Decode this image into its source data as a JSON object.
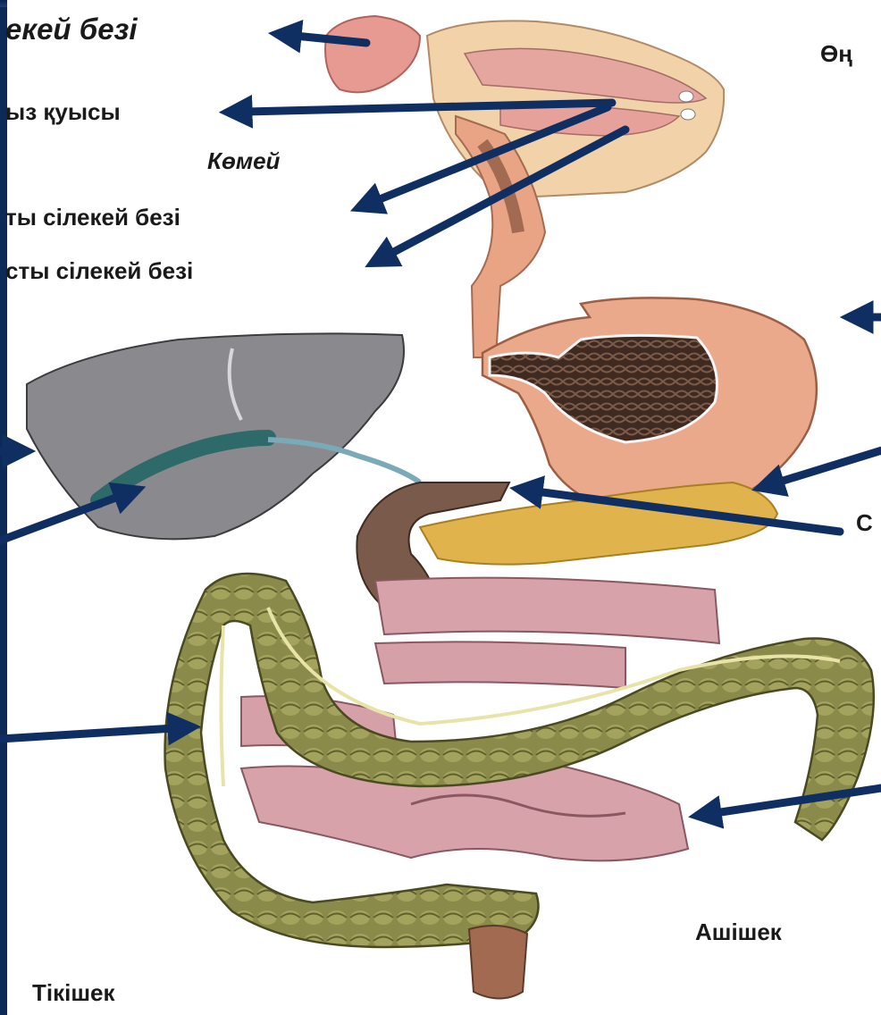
{
  "labels": {
    "top_gland": "екей безі",
    "oral": "ыз қуысы",
    "pharynx": "Көмей",
    "gland_mid": "ты сілекей безі",
    "gland_low": "сты сілекей безі",
    "esophagus": "Өң",
    "duodenum": "С",
    "small_intestine": "Ашішек",
    "rectum": "Тікішек"
  },
  "colors": {
    "background": "#ffffff",
    "frame": "#0d2a57",
    "arrow": "#0f2f63",
    "label_text": "#1a1a1a"
  }
}
